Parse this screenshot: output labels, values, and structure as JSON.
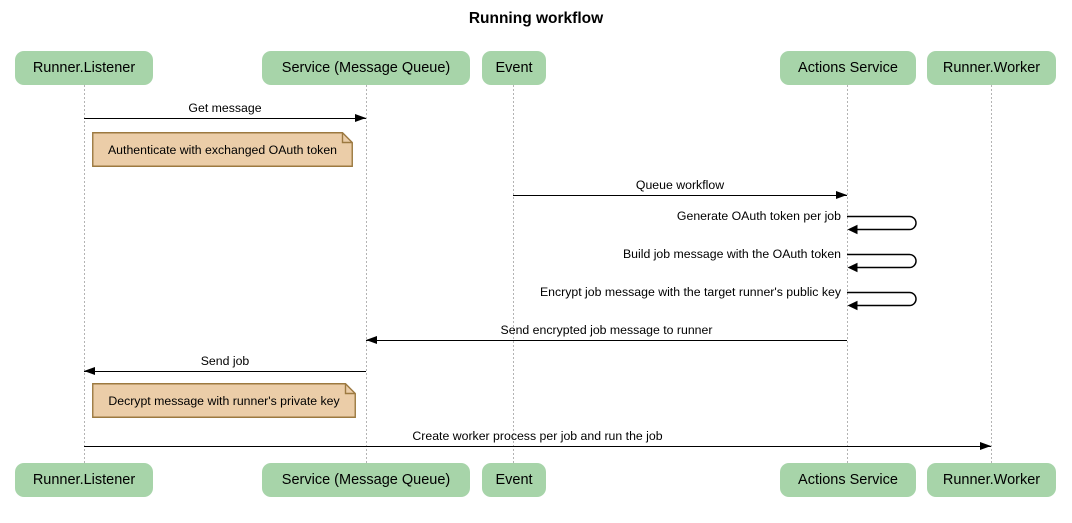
{
  "title": "Running workflow",
  "actors": [
    {
      "label": "Runner.Listener"
    },
    {
      "label": "Service (Message Queue)"
    },
    {
      "label": "Event"
    },
    {
      "label": "Actions Service"
    },
    {
      "label": "Runner.Worker"
    }
  ],
  "messages": [
    {
      "label": "Get message",
      "from": "Runner.Listener",
      "to": "Service (Message Queue)"
    },
    {
      "label": "Queue workflow",
      "from": "Event",
      "to": "Actions Service"
    },
    {
      "label": "Generate OAuth token per job",
      "from": "Actions Service",
      "to": "Actions Service"
    },
    {
      "label": "Build job message with the OAuth token",
      "from": "Actions Service",
      "to": "Actions Service"
    },
    {
      "label": "Encrypt job message with the target runner's public key",
      "from": "Actions Service",
      "to": "Actions Service"
    },
    {
      "label": "Send encrypted job message to runner",
      "from": "Actions Service",
      "to": "Service (Message Queue)"
    },
    {
      "label": "Send job",
      "from": "Service (Message Queue)",
      "to": "Runner.Listener"
    },
    {
      "label": "Create worker process per job and run the job",
      "from": "Runner.Listener",
      "to": "Runner.Worker"
    }
  ],
  "notes": [
    {
      "label": "Authenticate with exchanged OAuth token"
    },
    {
      "label": "Decrypt message with runner's private key"
    }
  ],
  "colors": {
    "actor_fill": "#A7D4A9",
    "note_fill": "#EBCDA8",
    "note_border": "#9C7940",
    "lifeline": "#B3B3B3",
    "line": "#000000",
    "text": "#000000",
    "background": "#FFFFFF"
  }
}
